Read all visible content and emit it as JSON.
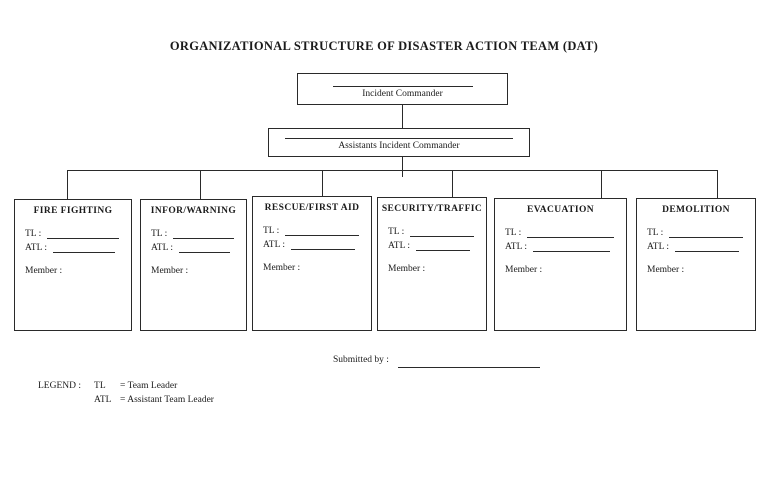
{
  "document": {
    "title": "ORGANIZATIONAL STRUCTURE OF DISASTER ACTION TEAM (DAT)"
  },
  "org_chart": {
    "incident_commander": {
      "label": "Incident Commander"
    },
    "assistants_incident_commander": {
      "label": "Assistants Incident Commander"
    },
    "teams": [
      {
        "name": "FIRE FIGHTING",
        "tl_label": "TL :",
        "atl_label": "ATL :",
        "member_label": "Member :"
      },
      {
        "name": "INFOR/WARNING",
        "tl_label": "TL :",
        "atl_label": "ATL :",
        "member_label": "Member :"
      },
      {
        "name": "RESCUE/FIRST AID",
        "tl_label": "TL :",
        "atl_label": "ATL :",
        "member_label": "Member :"
      },
      {
        "name": "SECURITY/TRAFFIC",
        "tl_label": "TL :",
        "atl_label": "ATL :",
        "member_label": "Member :"
      },
      {
        "name": "EVACUATION",
        "tl_label": "TL :",
        "atl_label": "ATL :",
        "member_label": "Member :"
      },
      {
        "name": "DEMOLITION",
        "tl_label": "TL :",
        "atl_label": "ATL :",
        "member_label": "Member :"
      }
    ]
  },
  "footer": {
    "submitted_by_label": "Submitted by :",
    "legend": {
      "label": "LEGEND :",
      "items": [
        {
          "abbr": "TL",
          "definition": "= Team Leader"
        },
        {
          "abbr": "ATL",
          "definition": "= Assistant Team Leader"
        }
      ]
    }
  },
  "colors": {
    "ink": "#1b1b1b",
    "paper": "#ffffff"
  }
}
